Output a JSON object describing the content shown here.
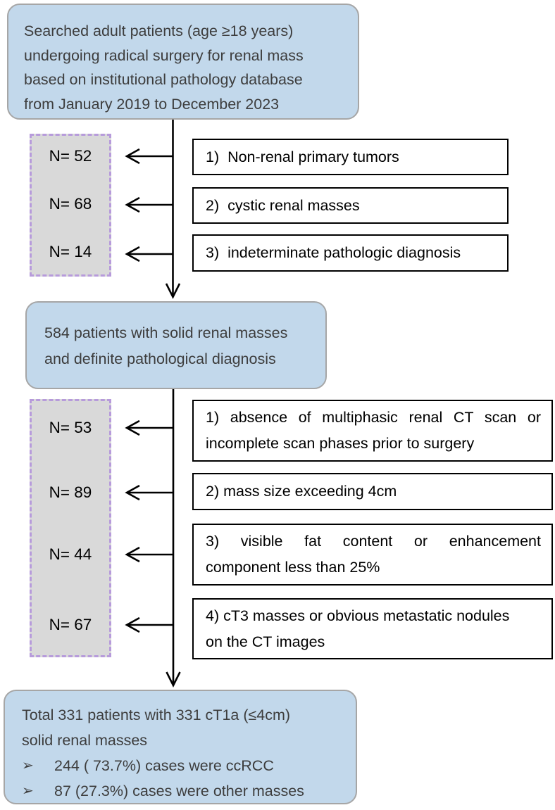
{
  "diagram": {
    "top_box": {
      "lines": [
        "Searched adult patients (age ≥18 years)",
        "undergoing radical surgery for renal mass",
        "based on institutional pathology database",
        "from January 2019 to December 2023"
      ]
    },
    "stage1": {
      "counts": [
        "N= 52",
        "N= 68",
        "N= 14"
      ],
      "reasons": [
        "1)  Non-renal primary tumors",
        "2)  cystic renal masses",
        "3)  indeterminate pathologic diagnosis"
      ]
    },
    "mid_box": {
      "lines": [
        "584 patients with solid renal masses",
        "and definite pathological diagnosis"
      ]
    },
    "stage2": {
      "counts": [
        "N= 53",
        "N= 89",
        "N= 44",
        "N= 67"
      ],
      "reasons": [
        {
          "line1": "1) absence of multiphasic renal CT scan or",
          "line2": "incomplete scan phases prior to surgery"
        },
        {
          "line1": "2) mass size exceeding 4cm"
        },
        {
          "line1": "3) visible fat content or enhancement",
          "line2": "component less than 25%"
        },
        {
          "line1": "4) cT3 masses or obvious metastatic nodules",
          "line2": "on the CT images"
        }
      ]
    },
    "bottom_box": {
      "lines": [
        "Total 331 patients with 331 cT1a (≤4cm)",
        "solid renal masses"
      ],
      "bullet_icon": "➢",
      "bullets": [
        "244 ( 73.7%) cases were ccRCC",
        "87 (27.3%) cases were other masses"
      ]
    },
    "colors": {
      "node_fill": "#c2d8eb",
      "node_border": "#a6a6a6",
      "exclusion_fill": "#d9d9d9",
      "exclusion_border": "#b79bdb",
      "line": "#000000"
    }
  }
}
